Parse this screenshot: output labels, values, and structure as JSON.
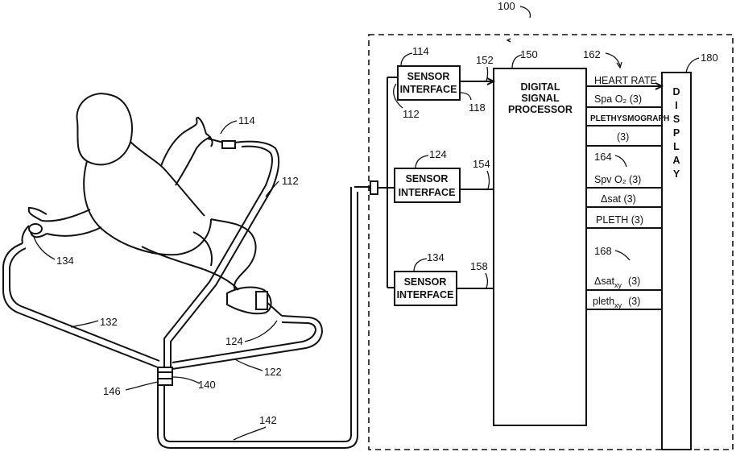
{
  "refs": {
    "r100": "100",
    "r150": "150",
    "r162": "162",
    "r180": "180",
    "r114a": "114",
    "r152": "152",
    "r112a": "112",
    "r118": "118",
    "r124a": "124",
    "r154": "154",
    "r164": "164",
    "r134a": "134",
    "r158": "158",
    "r168": "168",
    "r114b": "114",
    "r112b": "112",
    "r134b": "134",
    "r132": "132",
    "r124b": "124",
    "r122": "122",
    "r146": "146",
    "r140": "140",
    "r142": "142"
  },
  "sensor_interfaces": [
    {
      "line1": "SENSOR",
      "line2": "INTERFACE"
    },
    {
      "line1": "SENSOR",
      "line2": "INTERFACE"
    },
    {
      "line1": "SENSOR",
      "line2": "INTERFACE"
    }
  ],
  "processor": {
    "line1": "DIGITAL",
    "line2": "SIGNAL",
    "line3": "PROCESSOR"
  },
  "display": {
    "letters": [
      "D",
      "I",
      "S",
      "P",
      "L",
      "A",
      "Y"
    ]
  },
  "signals": {
    "heart_rate": "HEART RATE",
    "spao2": "Spa O₂  (3)",
    "plethysmograph": "PLETHYSMOGRAPH",
    "plethysmograph_count": "(3)",
    "spvo2": "Spv O₂  (3)",
    "delta_sat": "Δsat (3)",
    "pleth": "PLETH  (3)",
    "delta_sat_xy": "Δsat",
    "delta_sat_xy_sub": "xy",
    "delta_sat_xy_count": "(3)",
    "pleth_xy": "pleth",
    "pleth_xy_sub": "xy",
    "pleth_xy_count": "(3)"
  }
}
